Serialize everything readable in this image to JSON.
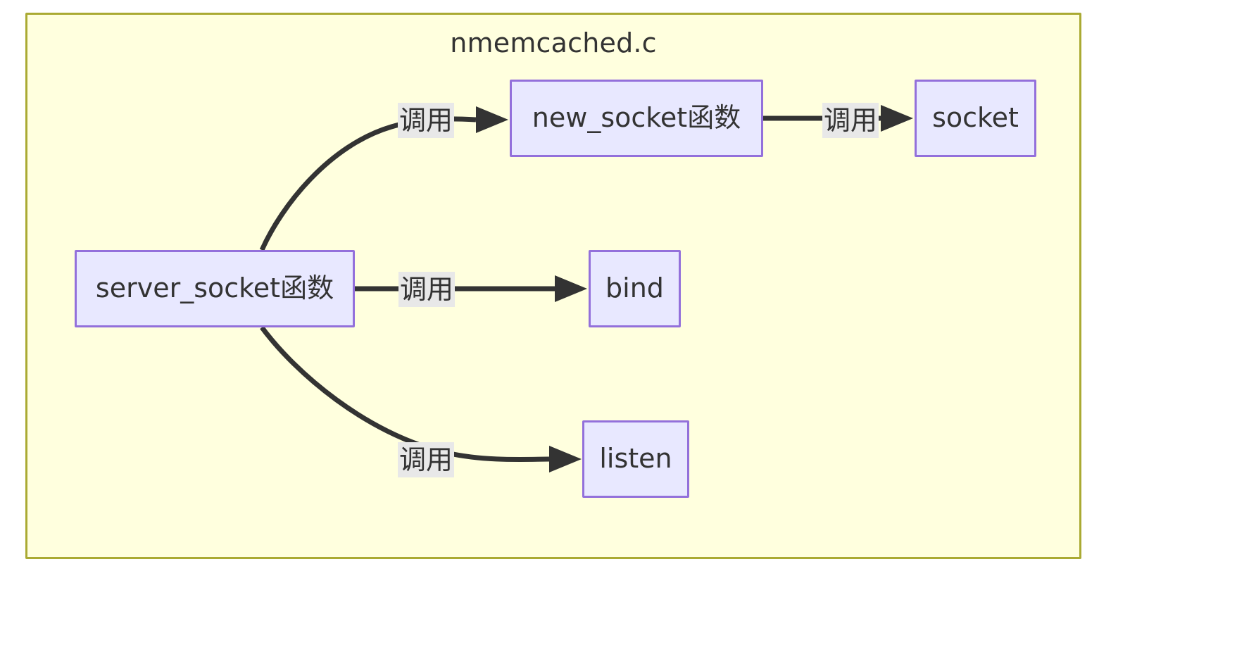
{
  "diagram": {
    "type": "flowchart",
    "direction": "left-to-right",
    "subgraph": {
      "title": "nmemcached.c",
      "fill_color": "#ffffde",
      "border_color": "#aaaa33"
    },
    "node_style": {
      "fill_color": "#e8e8ff",
      "border_color": "#9370db",
      "text_color": "#333333"
    },
    "edge_style": {
      "line_color": "#333333",
      "label_background": "#e8e8e8"
    },
    "nodes": [
      {
        "id": "server_socket",
        "label": "server_socket函数"
      },
      {
        "id": "new_socket",
        "label": "new_socket函数"
      },
      {
        "id": "socket",
        "label": "socket"
      },
      {
        "id": "bind",
        "label": "bind"
      },
      {
        "id": "listen",
        "label": "listen"
      }
    ],
    "edges": [
      {
        "from": "server_socket",
        "to": "new_socket",
        "label": "调用",
        "shape": "curve-up"
      },
      {
        "from": "new_socket",
        "to": "socket",
        "label": "调用",
        "shape": "straight"
      },
      {
        "from": "server_socket",
        "to": "bind",
        "label": "调用",
        "shape": "straight"
      },
      {
        "from": "server_socket",
        "to": "listen",
        "label": "调用",
        "shape": "curve-down"
      }
    ]
  }
}
